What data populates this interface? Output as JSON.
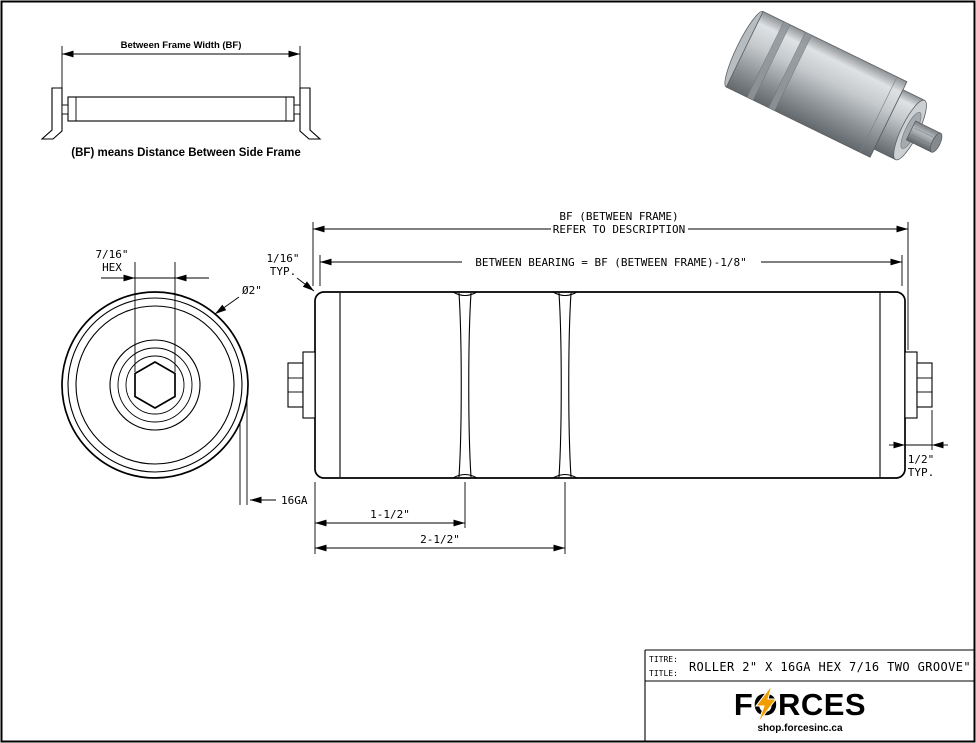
{
  "page": {
    "background": "#ffffff",
    "line_color": "#000000"
  },
  "inset": {
    "dim_label": "Between Frame Width (BF)",
    "caption": "(BF) means Distance Between Side Frame"
  },
  "end_view": {
    "hex_size": "7/16\"",
    "hex_word": "HEX",
    "diameter": "Ø2\"",
    "gauge": "16GA"
  },
  "side_view": {
    "bf_label_line1": "BF (BETWEEN FRAME)",
    "bf_label_line2": "REFER TO DESCRIPTION",
    "between_bearing_label": "BETWEEN BEARING = BF (BETWEEN FRAME)-1/8\"",
    "end_clearance": "1/16\"",
    "end_clearance_typ": "TYP.",
    "shaft_ext": "1/2\"",
    "shaft_ext_typ": "TYP.",
    "groove1_dim": "1-1/2\"",
    "groove2_dim": "2-1/2\""
  },
  "title_block": {
    "label_fr": "TITRE:",
    "label_en": "TITLE:",
    "title": "ROLLER 2\" X 16GA HEX 7/16 TWO GROOVE\"",
    "brand": "FORCES",
    "website": "shop.forcesinc.ca",
    "brand_color": "#0d7f91",
    "bolt_color": "#f09d00"
  }
}
